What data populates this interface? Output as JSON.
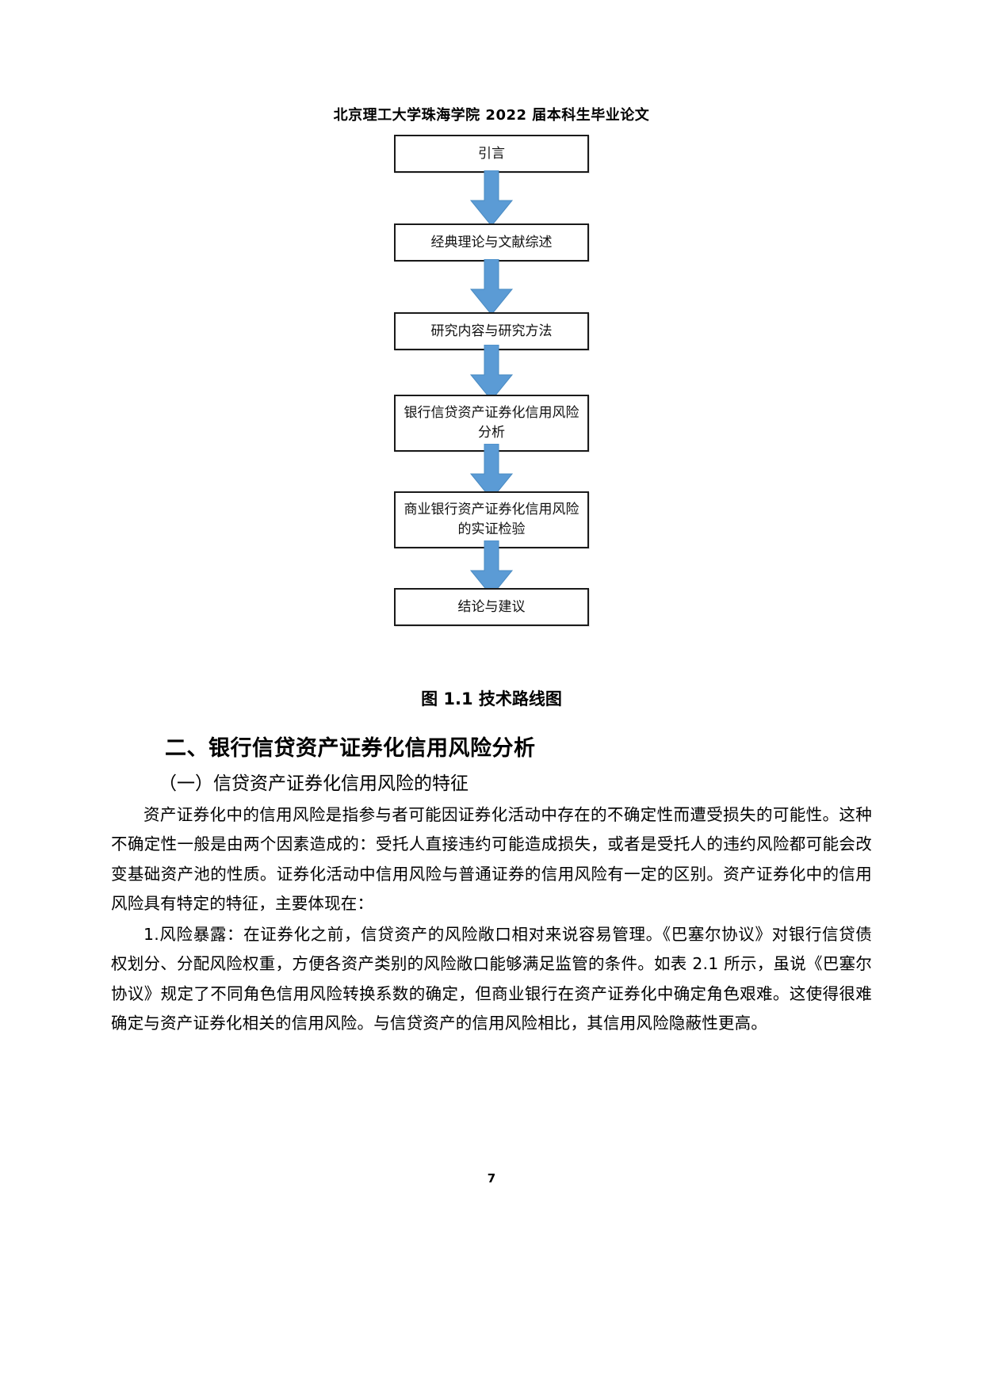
{
  "document": {
    "running_header": "北京理工大学珠海学院 2022 届本科生毕业论文",
    "page_number": "7"
  },
  "figure": {
    "caption": "图 1.1 技术路线图",
    "arrow_color": "#5B9BD5",
    "box_border_color": "#1A1A1A",
    "nodes": [
      {
        "label": "引言"
      },
      {
        "label": "经典理论与文献综述"
      },
      {
        "label": "研究内容与研究方法"
      },
      {
        "label": "银行信贷资产证券化信用风险分析"
      },
      {
        "label": "商业银行资产证券化信用风险的实证检验"
      },
      {
        "label": "结论与建议"
      }
    ],
    "arrow_labels": [
      "flow-arrow-1",
      "flow-arrow-2",
      "flow-arrow-3",
      "flow-arrow-4",
      "flow-arrow-5"
    ]
  },
  "content": {
    "section_heading": "二、银行信贷资产证券化信用风险分析",
    "subsection_heading": "（一）信贷资产证券化信用风险的特征",
    "paragraphs": [
      "资产证券化中的信用风险是指参与者可能因证券化活动中存在的不确定性而遭受损失的可能性。这种不确定性一般是由两个因素造成的：受托人直接违约可能造成损失，或者是受托人的违约风险都可能会改变基础资产池的性质。证券化活动中信用风险与普通证券的信用风险有一定的区别。资产证券化中的信用风险具有特定的特征，主要体现在：",
      "1.风险暴露：在证券化之前，信贷资产的风险敞口相对来说容易管理。《巴塞尔协议》对银行信贷债权划分、分配风险权重，方便各资产类别的风险敞口能够满足监管的条件。如表 2.1 所示，虽说《巴塞尔协议》规定了不同角色信用风险转换系数的确定，但商业银行在资产证券化中确定角色艰难。这使得很难确定与资产证券化相关的信用风险。与信贷资产的信用风险相比，其信用风险隐蔽性更高。"
    ]
  }
}
